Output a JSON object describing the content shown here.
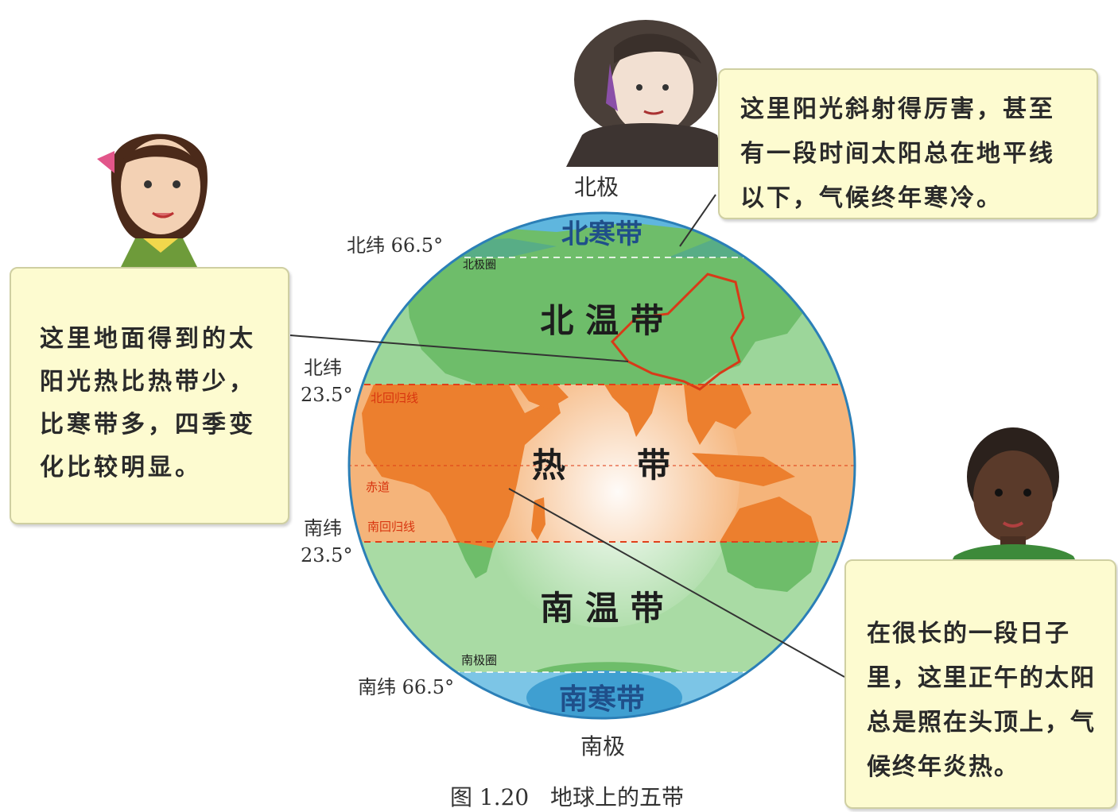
{
  "figure": {
    "caption": "图 1.20   地球上的五带",
    "poles": {
      "north": "北极",
      "south": "南极"
    },
    "latitudes": {
      "n66": "北纬 66.5°",
      "n23_line1": "北纬",
      "n23_line2": "23.5°",
      "s23_line1": "南纬",
      "s23_line2": "23.5°",
      "s66": "南纬 66.5°"
    },
    "zones": {
      "north_frigid": "北寒带",
      "north_temperate": "北 温 带",
      "tropical_1": "热",
      "tropical_2": "带",
      "south_temperate": "南 温 带",
      "south_frigid": "南寒带"
    },
    "map_labels": {
      "arctic_circle": "北极圈",
      "tropic_cancer": "北回归线",
      "equator": "赤道",
      "tropic_capricorn": "南回归线",
      "antarctic_circle": "南极圈"
    },
    "colors": {
      "frigid": "#5fb6de",
      "temperate": "#8fcf86",
      "tropical": "#f3a35a",
      "callout_bg": "#fdfbd0",
      "tropic_line": "#e0401a",
      "china_border": "#d83a18"
    }
  },
  "callouts": {
    "top": {
      "lines": [
        "这里阳光斜射得厉害，甚至",
        "有一段时间太阳总在地平线",
        "以下，气候终年寒冷。"
      ]
    },
    "left": {
      "lines": [
        "这里地面得到的太",
        "阳光热比热带少，",
        "比寒带多，四季变",
        "化比较明显。"
      ]
    },
    "right": {
      "lines": [
        "在很长的一段日子",
        "里，这里正午的太阳",
        "总是照在头顶上，气",
        "候终年炎热。"
      ]
    }
  }
}
